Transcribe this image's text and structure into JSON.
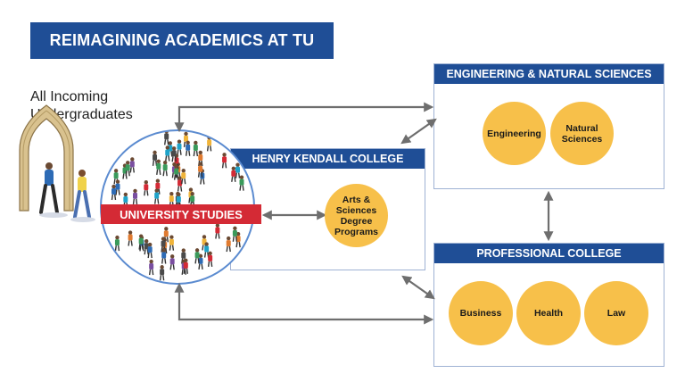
{
  "header": {
    "title": "REIMAGINING ACADEMICS AT TU"
  },
  "intro": {
    "label_line1": "All Incoming",
    "label_line2": "Undergraduates"
  },
  "university_studies": {
    "label": "UNIVERSITY STUDIES"
  },
  "colleges": {
    "henry_kendall": {
      "title": "HENRY KENDALL COLLEGE",
      "programs": [
        "Arts &",
        "Sciences",
        "Degree",
        "Programs"
      ]
    },
    "engineering": {
      "title": "ENGINEERING & NATURAL SCIENCES",
      "programs": [
        {
          "lines": [
            "Engineering"
          ]
        },
        {
          "lines": [
            "Natural",
            "Sciences"
          ]
        }
      ]
    },
    "professional": {
      "title": "PROFESSIONAL COLLEGE",
      "programs": [
        {
          "lines": [
            "Business"
          ]
        },
        {
          "lines": [
            "Health"
          ]
        },
        {
          "lines": [
            "Law"
          ]
        }
      ]
    }
  },
  "colors": {
    "navy": "#1f4e96",
    "gold": "#f7c04a",
    "red": "#d42a35",
    "arrow": "#6e6e6e",
    "border": "#9fb2d4"
  }
}
